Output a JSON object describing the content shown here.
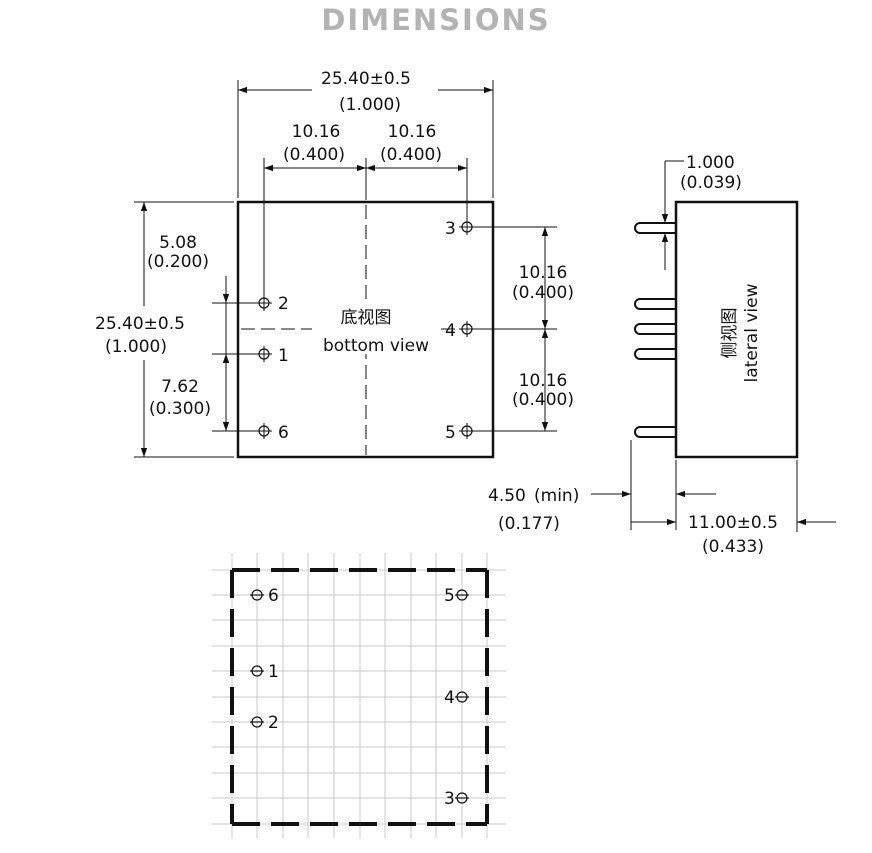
{
  "title": "DIMENSIONS",
  "bottom_view": {
    "label_cn": "底视图",
    "label_en": "bottom view",
    "width_mm": "25.40±0.5",
    "width_in": "(1.000)",
    "height_mm": "25.40±0.5",
    "height_in": "(1.000)",
    "pitch_top_left_mm": "10.16",
    "pitch_top_left_in": "(0.400)",
    "pitch_top_right_mm": "10.16",
    "pitch_top_right_in": "(0.400)",
    "dim_5_08_mm": "5.08",
    "dim_5_08_in": "(0.200)",
    "dim_7_62_mm": "7.62",
    "dim_7_62_in": "(0.300)",
    "dim_right_upper_mm": "10.16",
    "dim_right_upper_in": "(0.400)",
    "dim_right_lower_mm": "10.16",
    "dim_right_lower_in": "(0.400)",
    "pins": [
      "1",
      "2",
      "3",
      "4",
      "5",
      "6"
    ]
  },
  "lateral_view": {
    "label_cn": "侧视图",
    "label_en": "lateral view",
    "pin_dia_mm": "1.000",
    "pin_dia_in": "(0.039)",
    "pin_len_mm": "4.50",
    "pin_len_min": "(min)",
    "pin_len_in": "(0.177)",
    "depth_mm": "11.00±0.5",
    "depth_in": "(0.433)"
  },
  "footprint": {
    "pins": [
      "6",
      "5",
      "1",
      "4",
      "2",
      "3"
    ]
  }
}
